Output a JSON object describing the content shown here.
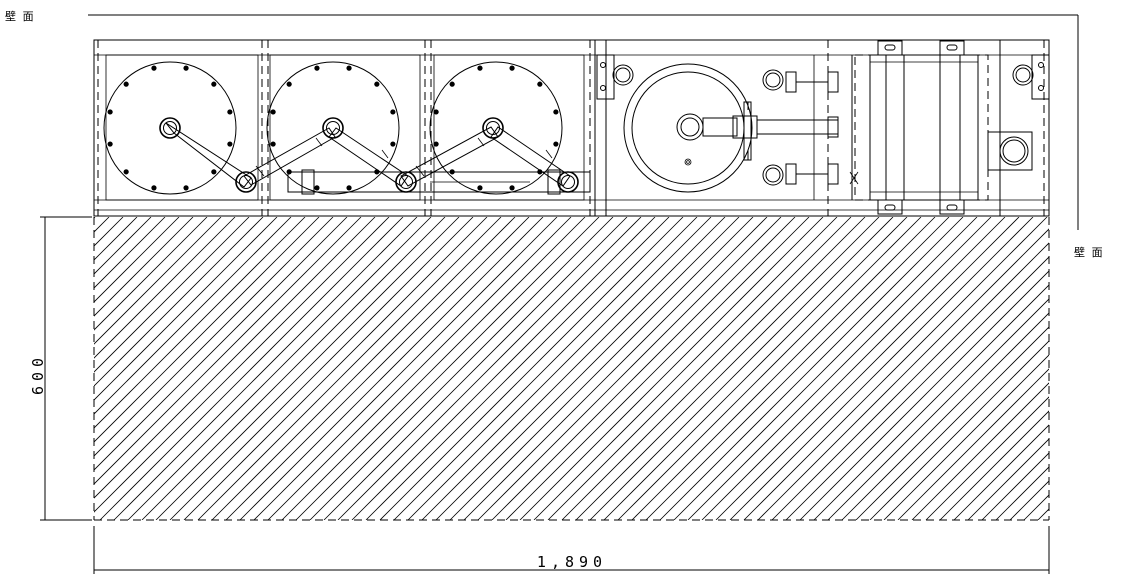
{
  "labels": {
    "wall_top_left": "壁 面",
    "wall_right": "壁 面",
    "dim_width": "1,890",
    "dim_depth": "600"
  },
  "caption": ""
}
